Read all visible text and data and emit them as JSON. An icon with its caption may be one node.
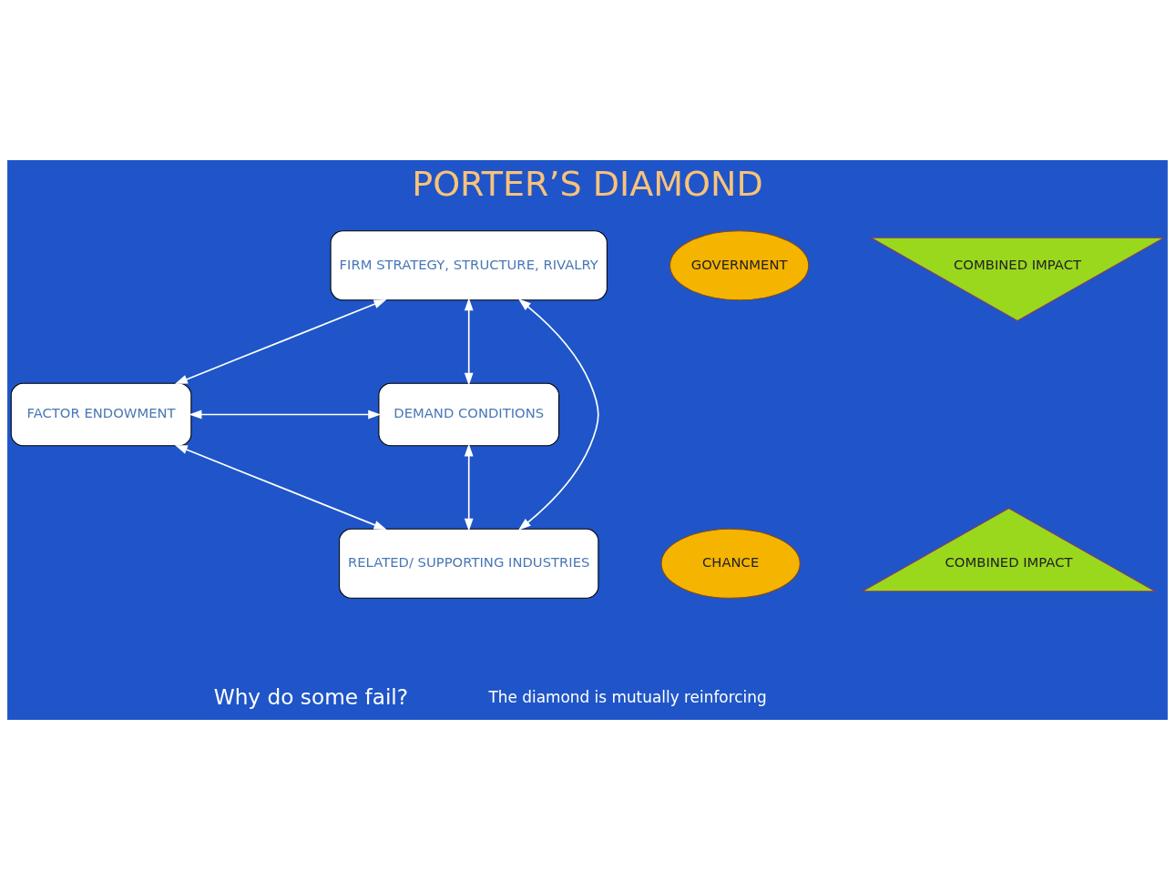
{
  "diagram": {
    "title": "PORTER’S DIAMOND",
    "caption": "The diamond is mutually reinforcing",
    "nodes": [
      {
        "text": [
          "FIRM STRATEGY, STRUCTURE, RIVALRY"
        ]
      },
      {
        "text": [
          "FACTOR ENDOWMENT"
        ]
      },
      {
        "text": [
          "DEMAND CONDITIONS"
        ]
      },
      {
        "text": [
          "RELATED/ SUPPORTING INDUSTRIES"
        ]
      },
      {
        "text": [
          "GOVERNMENT"
        ]
      },
      {
        "text": [
          "CHANCE"
        ]
      },
      {
        "text": [
          "COMBINED IMPACT"
        ]
      },
      {
        "text": [
          "COMBINED IMPACT"
        ]
      }
    ],
    "edges": [
      {
        "from": 0,
        "to": 1,
        "arrow": "both"
      },
      {
        "from": 0,
        "to": 2,
        "arrow": "both"
      },
      {
        "from": 0,
        "to": 3,
        "arrow": "both"
      },
      {
        "from": 1,
        "to": 2,
        "arrow": "both"
      },
      {
        "from": 1,
        "to": 3,
        "arrow": "both"
      },
      {
        "from": 2,
        "to": 3,
        "arrow": "both"
      }
    ],
    "labels": [
      "Why do some fail?"
    ]
  }
}
